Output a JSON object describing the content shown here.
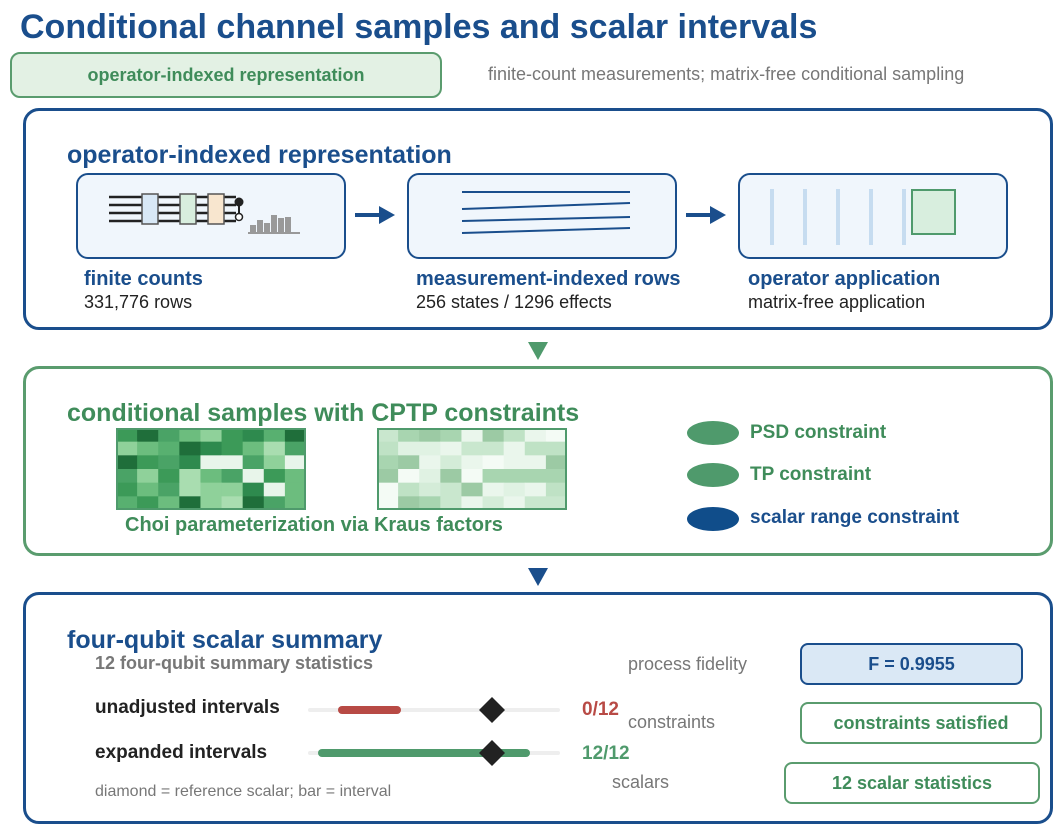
{
  "header": {
    "title": "Conditional channel samples and scalar intervals",
    "tag": "operator-indexed representation",
    "subtitle": "finite-count measurements; matrix-free conditional sampling"
  },
  "panel1": {
    "heading": "operator-indexed representation",
    "stages": [
      {
        "title": "finite counts",
        "sub": "331,776 rows",
        "icon": "circuit-histogram-icon"
      },
      {
        "title": "measurement-indexed rows",
        "sub": "256 states / 1296 effects",
        "icon": "rows-icon"
      },
      {
        "title": "operator application",
        "sub": "matrix-free application",
        "icon": "operator-icon"
      }
    ]
  },
  "panel2": {
    "heading": "conditional samples with CPTP constraints",
    "caption": "Choi parameterization via Kraus factors",
    "constraints": [
      {
        "label": "PSD constraint",
        "color": "#4f9a6c"
      },
      {
        "label": "TP constraint",
        "color": "#4f9a6c"
      },
      {
        "label": "scalar range constraint",
        "color": "#104d8a"
      }
    ]
  },
  "panel3": {
    "heading": "four-qubit scalar summary",
    "subheading": "12 four-qubit summary statistics",
    "rows": [
      {
        "label": "unadjusted intervals",
        "count": "0/12",
        "color": "#b84a45",
        "bar_start": 0.12,
        "bar_end": 0.37,
        "ref": 0.73
      },
      {
        "label": "expanded intervals",
        "count": "12/12",
        "color": "#4f9a6c",
        "bar_start": 0.04,
        "bar_end": 0.88,
        "ref": 0.73
      }
    ],
    "legend": "diamond = reference scalar; bar = interval",
    "metrics": [
      {
        "label": "process fidelity",
        "value": "F = 0.9955"
      },
      {
        "label": "constraints",
        "value": "constraints satisfied"
      },
      {
        "label": "scalars",
        "value": "12 scalar statistics"
      }
    ]
  },
  "colors": {
    "blue": "#1a4e8c",
    "green": "#3f8c5a",
    "red": "#b84a45"
  }
}
